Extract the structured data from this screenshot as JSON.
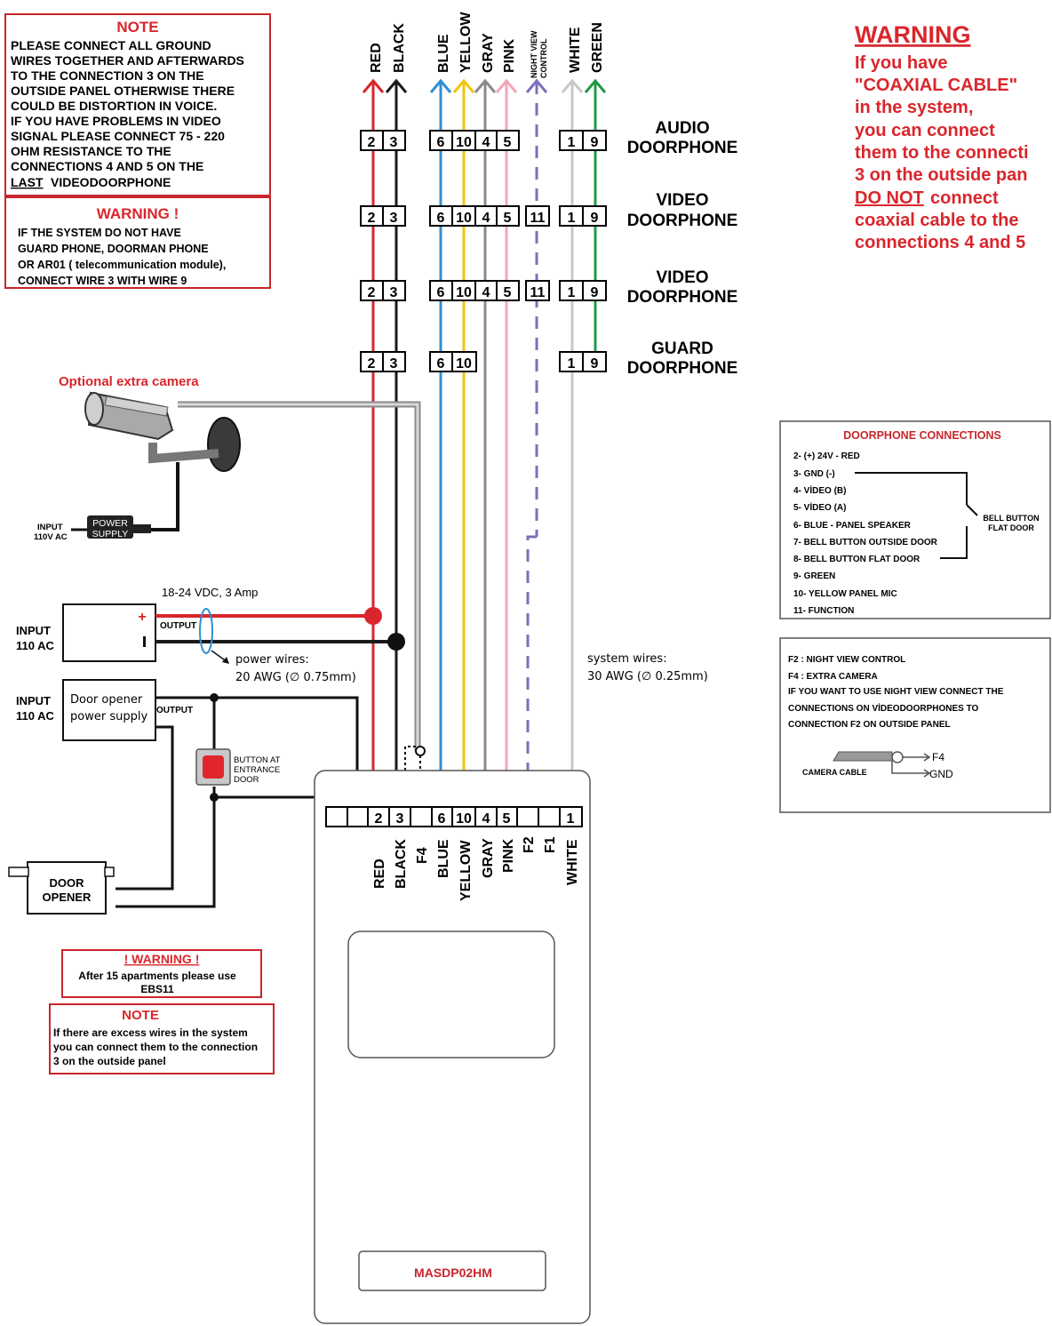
{
  "colors": {
    "red": "#d9262c",
    "black": "#1a1a1a",
    "blue": "#2f8fd0",
    "yellow": "#f2c40f",
    "gray": "#8a8a8a",
    "pink": "#f2a7b8",
    "night": "#7b70b8",
    "white": "#c8c8c8",
    "green": "#1f9a4a",
    "title_red": "#d9262c",
    "box_red": "#c7262c"
  },
  "note_top": {
    "title": "NOTE",
    "lines": [
      "PLEASE CONNECT ALL GROUND",
      "WIRES TOGETHER AND AFTERWARDS",
      "TO THE  CONNECTION 3 ON THE",
      "OUTSIDE PANEL OTHERWISE THERE",
      "COULD BE DISTORTION IN VOICE.",
      "IF YOU HAVE PROBLEMS IN VIDEO",
      "SIGNAL PLEASE CONNECT 75 - 220",
      "OHM RESISTANCE TO THE",
      "CONNECTIONS 4 AND  5 ON THE",
      "VIDEODOORPHONE"
    ],
    "last_word": "LAST"
  },
  "warning_top": {
    "title": "WARNING !",
    "lines": [
      "IF THE SYSTEM DO NOT HAVE",
      "GUARD PHONE, DOORMAN PHONE",
      "OR AR01 ( telecommunication module),",
      "CONNECT WIRE 3 WITH WIRE 9"
    ]
  },
  "wire_labels_top": [
    "RED",
    "BLACK",
    "BLUE",
    "YELLOW",
    "GRAY",
    "PINK",
    "NIGHT VIEW",
    "CONTROL",
    "WHITE",
    "GREEN"
  ],
  "doorphones": [
    {
      "label1": "AUDIO",
      "label2": "DOORPHONE",
      "group1": [
        "2",
        "3"
      ],
      "group2": [
        "6",
        "10",
        "4",
        "5"
      ],
      "terminal11": "",
      "group3": [
        "1",
        "9"
      ]
    },
    {
      "label1": "VIDEO",
      "label2": "DOORPHONE",
      "group1": [
        "2",
        "3"
      ],
      "group2": [
        "6",
        "10",
        "4",
        "5"
      ],
      "terminal11": "11",
      "group3": [
        "1",
        "9"
      ]
    },
    {
      "label1": "VIDEO",
      "label2": "DOORPHONE",
      "group1": [
        "2",
        "3"
      ],
      "group2": [
        "6",
        "10",
        "4",
        "5"
      ],
      "terminal11": "11",
      "group3": [
        "1",
        "9"
      ]
    },
    {
      "label1": "GUARD",
      "label2": "DOORPHONE",
      "group1": [
        "2",
        "3"
      ],
      "group2": [
        "6",
        "10"
      ],
      "terminal11": "",
      "group3": [
        "1",
        "9"
      ]
    }
  ],
  "warning_right": {
    "title": "WARNING",
    "lines": [
      "If you have",
      "\"COAXIAL CABLE\"",
      "in the system,",
      "you can connect",
      "them to the connecti",
      "3 on the outside pan",
      " connect",
      "coaxial cable to the",
      "connections 4 and 5"
    ],
    "do_not": "DO NOT"
  },
  "camera": {
    "label": "Optional extra camera"
  },
  "camera_power": {
    "input1": "INPUT",
    "input2": "110V AC",
    "supply1": "POWER",
    "supply2": "SUPPLY"
  },
  "power_supply": {
    "input1": "INPUT",
    "input2": "110 AC",
    "spec": "18-24 VDC, 3 Amp",
    "output": "OUTPUT",
    "plus": "+",
    "wires_label": "power wires:",
    "wires_spec": "20 AWG (∅ 0.75mm)"
  },
  "system_wires": {
    "label": "system wires:",
    "spec": "30 AWG (∅ 0.25mm)"
  },
  "door_opener_ps": {
    "input1": "INPUT",
    "input2": "110 AC",
    "line1": "Door opener",
    "line2": "power supply",
    "output": "OUTPUT"
  },
  "button": {
    "line1": "BUTTON AT",
    "line2": "ENTRANCE",
    "line3": "DOOR"
  },
  "door_opener": {
    "line1": "DOOR",
    "line2": "OPENER"
  },
  "panel": {
    "terminals": [
      "",
      "",
      "2",
      "3",
      "",
      "6",
      "10",
      "4",
      "5",
      "",
      "",
      "1"
    ],
    "labels": [
      "RED",
      "BLACK",
      "F4",
      "BLUE",
      "YELLOW",
      "GRAY",
      "PINK",
      "F2",
      "F1",
      "WHITE"
    ],
    "model": "MASDP02HM"
  },
  "connections_box": {
    "title": "DOORPHONE CONNECTIONS",
    "items": [
      "2- (+) 24V - RED",
      "3- GND  (-)",
      "4- VİDEO (B)",
      "5- VİDEO (A)",
      "6- BLUE - PANEL SPEAKER",
      "7- BELL BUTTON OUTSIDE DOOR",
      "8- BELL BUTTON FLAT DOOR",
      "9- GREEN",
      "10- YELLOW PANEL MIC",
      "11- FUNCTION"
    ],
    "bell1": "BELL BUTTON",
    "bell2": "FLAT DOOR"
  },
  "f_box": {
    "lines": [
      "F2 : NIGHT VIEW CONTROL",
      "F4 : EXTRA CAMERA",
      "IF YOU WANT TO USE NIGHT VIEW CONNECT THE",
      "CONNECTIONS ON VİDEODOORPHONES TO",
      "CONNECTION F2 ON OUTSIDE PANEL"
    ],
    "camera_cable": "CAMERA CABLE",
    "f4": "F4",
    "gnd": "GND"
  },
  "warning_bottom": {
    "title": "! WARNING !",
    "line1": "After 15 apartments please use",
    "line2": "EBS11"
  },
  "note_bottom": {
    "title": "NOTE",
    "lines": [
      "If there are excess wires in the system",
      "you can connect them to the connection",
      "3 on the outside panel"
    ]
  }
}
